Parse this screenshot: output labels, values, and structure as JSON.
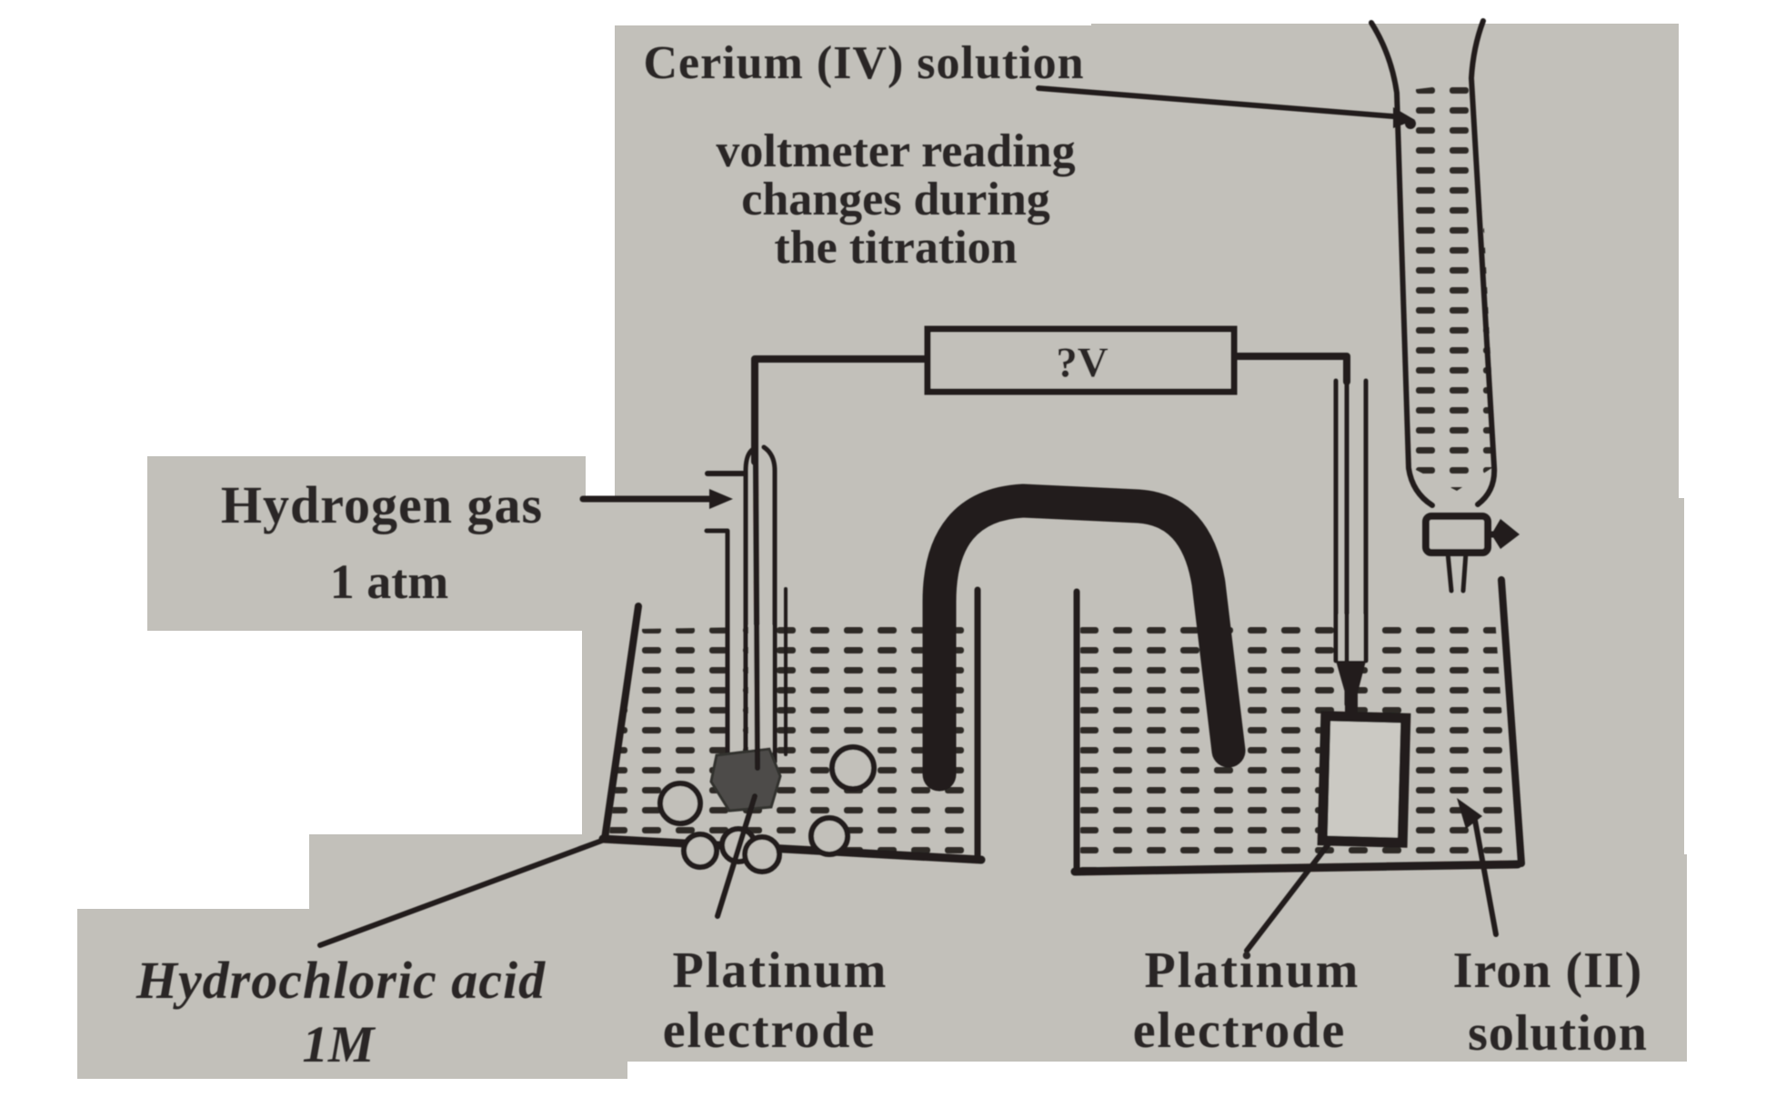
{
  "labels": {
    "cerium": "Cerium (IV) solution",
    "voltmeter_note_line1": "voltmeter reading",
    "voltmeter_note_line2": "changes during",
    "voltmeter_note_line3": "the  titration",
    "voltmeter_reading": "?V",
    "hydrogen_line1": "Hydrogen gas",
    "hydrogen_line2": "1 atm",
    "hcl_line1": "Hydrochloric acid",
    "hcl_line2": "1M",
    "pt_left_line1": "Platinum",
    "pt_left_line2": "electrode",
    "pt_right_line1": "Platinum",
    "pt_right_line2": "electrode",
    "iron_line1": "Iron (II)",
    "iron_line2": "solution"
  },
  "colors": {
    "paper": "#ffffff",
    "background": "#c2c0ba",
    "ink": "#201f1c",
    "text": "#2a2825",
    "dash": "#2e2c28",
    "electrode": "#4e4c48",
    "plate_fill": "#cbc9c3"
  }
}
